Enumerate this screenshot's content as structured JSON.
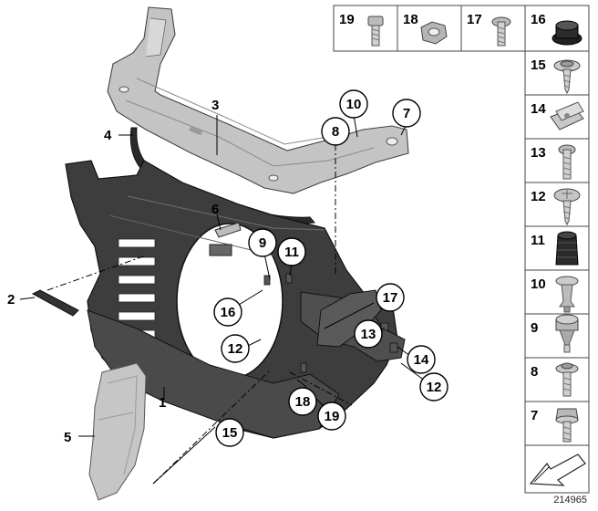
{
  "diagram": {
    "reference_id": "214965",
    "callouts": {
      "c1": "1",
      "c2": "2",
      "c3": "3",
      "c4": "4",
      "c5": "5",
      "c6": "6",
      "c7": "7",
      "c8": "8",
      "c9": "9",
      "c10": "10",
      "c11": "11",
      "c12a": "12",
      "c12b": "12",
      "c13": "13",
      "c14": "14",
      "c15": "15",
      "c16": "16",
      "c17": "17",
      "c18": "18",
      "c19": "19"
    },
    "parts_legend": {
      "top_row": [
        "19",
        "18",
        "17",
        "16"
      ],
      "column": [
        "15",
        "14",
        "13",
        "12",
        "11",
        "10",
        "9",
        "8",
        "7"
      ]
    }
  }
}
